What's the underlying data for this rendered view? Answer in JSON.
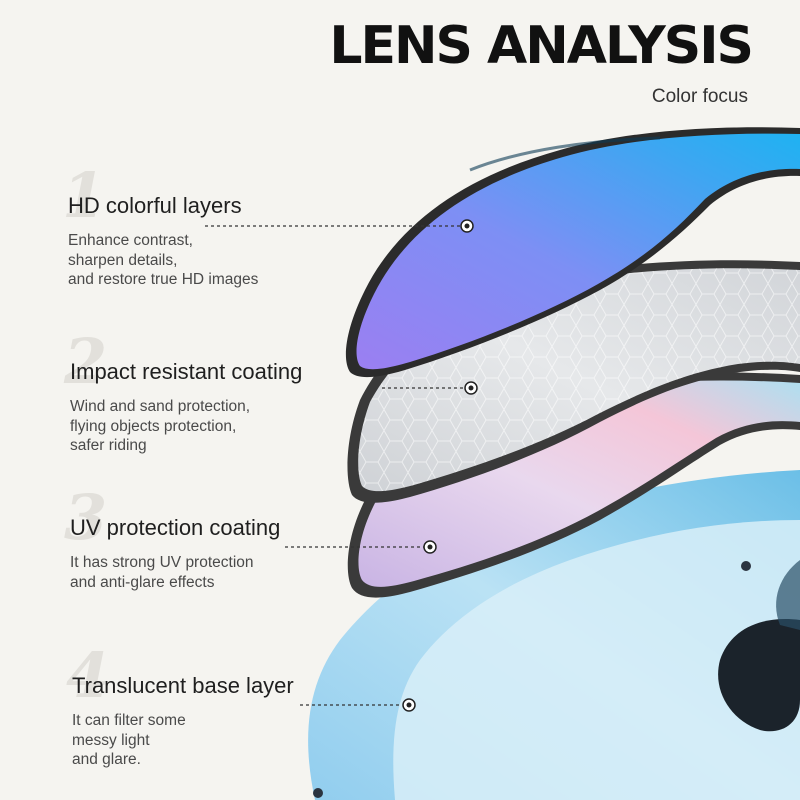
{
  "header": {
    "title": "LENS ANALYSIS",
    "subtitle": "Color focus"
  },
  "features": [
    {
      "number": "1",
      "title": "HD colorful layers",
      "description": "Enhance contrast,\nsharpen details,\nand restore true HD images"
    },
    {
      "number": "2",
      "title": "Impact resistant coating",
      "description": "Wind and sand protection,\nflying objects protection,\nsafer riding"
    },
    {
      "number": "3",
      "title": "UV protection coating",
      "description": "It has strong UV protection\nand anti-glare effects"
    },
    {
      "number": "4",
      "title": "Translucent base layer",
      "description": "It can filter some\nmessy light\nand glare."
    }
  ],
  "colors": {
    "background": "#f5f4f0",
    "mirror_lens_blue": "#2fa6f2",
    "mirror_lens_purple": "#8f7df3",
    "impact_coating_gray": "#d4d7db",
    "uv_coating_pink": "#efc4e0",
    "uv_coating_cyan": "#aedff0",
    "base_frame_blue": "#5cb9e6"
  }
}
